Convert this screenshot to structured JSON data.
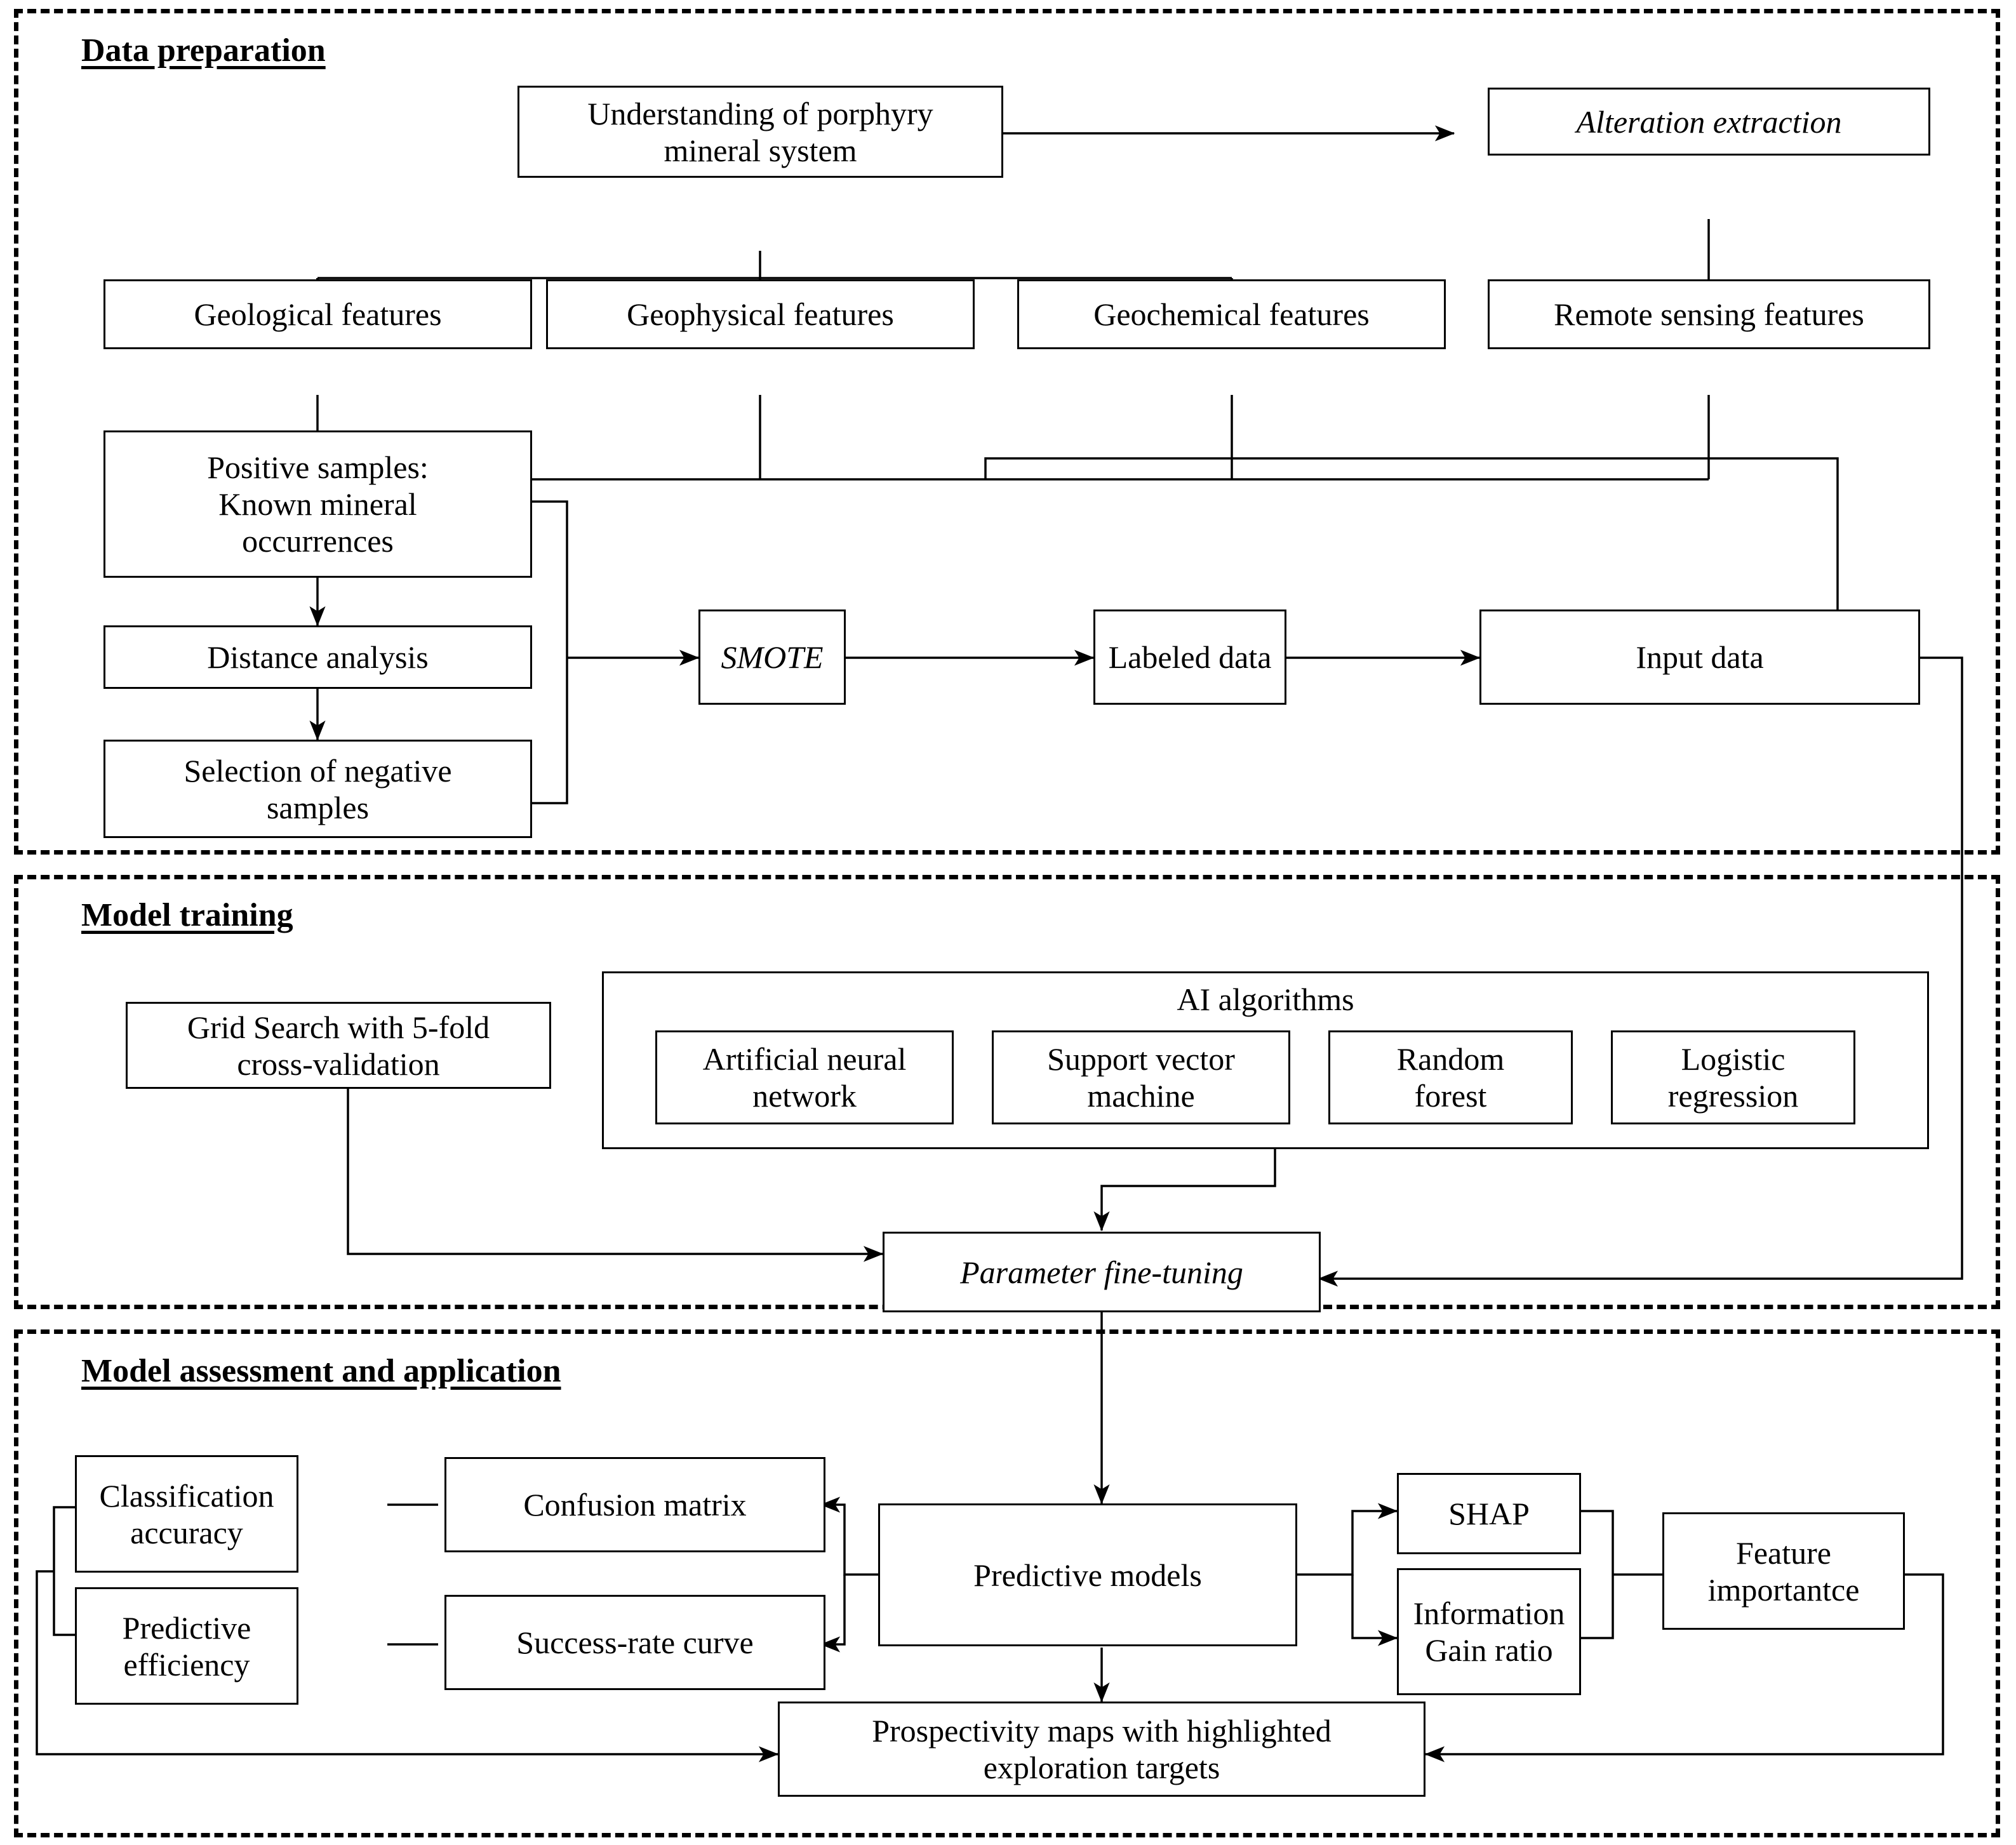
{
  "sections": [
    {
      "id": "data-preparation",
      "title": "Data preparation"
    },
    {
      "id": "model-training",
      "title": "Model training"
    },
    {
      "id": "model-assessment",
      "title": "Model assessment and application"
    }
  ],
  "data_preparation": {
    "understanding": "Understanding of porphyry\nmineral system",
    "alteration_extraction": "Alteration extraction",
    "features": [
      "Geological features",
      "Geophysical features",
      "Geochemical features",
      "Remote sensing features"
    ],
    "positive_samples": "Positive samples:\nKnown mineral\noccurrences",
    "distance_analysis": "Distance analysis",
    "negative_samples": "Selection of negative\nsamples",
    "smote": "SMOTE",
    "labeled_data": "Labeled data",
    "input_data": "Input data"
  },
  "model_training": {
    "grid_search": "Grid Search with 5-fold\ncross-validation",
    "ai_algorithms_label": "AI algorithms",
    "algorithms": [
      "Artificial neural\nnetwork",
      "Support vector\nmachine",
      "Random\nforest",
      "Logistic\nregression"
    ],
    "parameter_tuning": "Parameter fine-tuning"
  },
  "model_assessment": {
    "classification_accuracy": "Classification\naccuracy",
    "predictive_efficiency": "Predictive\nefficiency",
    "confusion_matrix": "Confusion matrix",
    "success_rate_curve": "Success-rate curve",
    "predictive_models": "Predictive models",
    "shap": "SHAP",
    "information_gain_ratio": "Information\nGain ratio",
    "feature_importance": "Feature\nimportantce",
    "prospectivity_maps": "Prospectivity maps with highlighted\nexploration targets"
  },
  "colors": {
    "stroke": "#000000",
    "background": "#ffffff"
  }
}
